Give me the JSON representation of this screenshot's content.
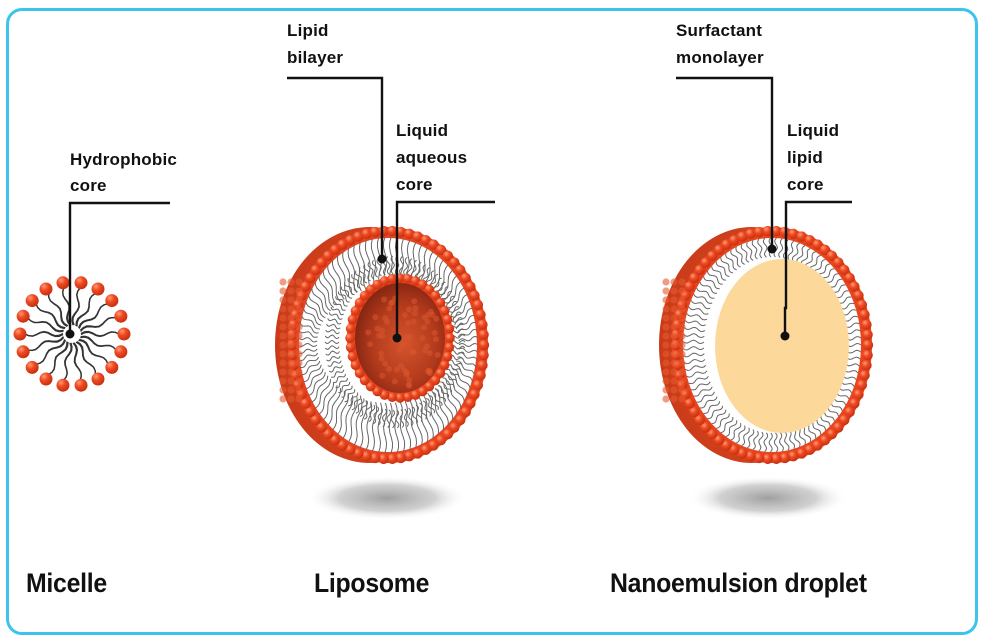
{
  "colors": {
    "border": "#3cc3ee",
    "head": "#e8411e",
    "head_highlight": "#ff8a63",
    "tail": "#555555",
    "aqueous_core": "#a8321c",
    "lipid_core": "#fcd99a",
    "shadow": "#9a9a9a"
  },
  "structures": [
    {
      "name": "Micelle",
      "labels": [
        {
          "lines": [
            "Hydrophobic",
            "core"
          ]
        }
      ]
    },
    {
      "name": "Liposome",
      "labels": [
        {
          "lines": [
            "Lipid",
            "bilayer"
          ]
        },
        {
          "lines": [
            "Liquid",
            "aqueous",
            "core"
          ]
        }
      ]
    },
    {
      "name": "Nanoemulsion droplet",
      "labels": [
        {
          "lines": [
            "Surfactant",
            "monolayer"
          ]
        },
        {
          "lines": [
            "Liquid",
            "lipid",
            "core"
          ]
        }
      ]
    }
  ]
}
